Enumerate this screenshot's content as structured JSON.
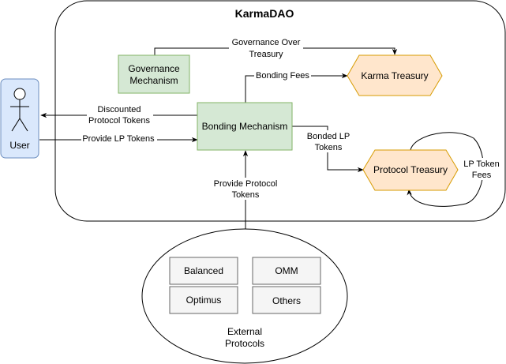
{
  "title": "KarmaDAO",
  "nodes": {
    "user": "User",
    "governance": [
      "Governance",
      "Mechanism"
    ],
    "bonding": "Bonding Mechanism",
    "karma_treasury": "Karma Treasury",
    "protocol_treasury": "Protocol Treasury",
    "external": [
      "External",
      "Protocols"
    ],
    "protocols": {
      "balanced": "Balanced",
      "omm": "OMM",
      "optimus": "Optimus",
      "others": "Others"
    }
  },
  "edges": {
    "governance_over_treasury": [
      "Governance Over",
      "Treasury"
    ],
    "bonding_fees": "Bonding Fees",
    "discounted_tokens": [
      "Discounted",
      "Protocol Tokens"
    ],
    "provide_lp": "Provide LP Tokens",
    "bonded_lp": [
      "Bonded LP",
      "Tokens"
    ],
    "provide_protocol": [
      "Provide Protocol",
      "Tokens"
    ],
    "lp_token_fees": [
      "LP Token",
      "Fees"
    ]
  },
  "colors": {
    "green_fill": "#d5e8d4",
    "green_stroke": "#82b366",
    "orange_fill": "#ffe6cc",
    "orange_stroke": "#d79b00",
    "blue_fill": "#dae8fc",
    "blue_stroke": "#6c8ebf",
    "gray_fill": "#f5f5f5",
    "gray_stroke": "#666666"
  }
}
